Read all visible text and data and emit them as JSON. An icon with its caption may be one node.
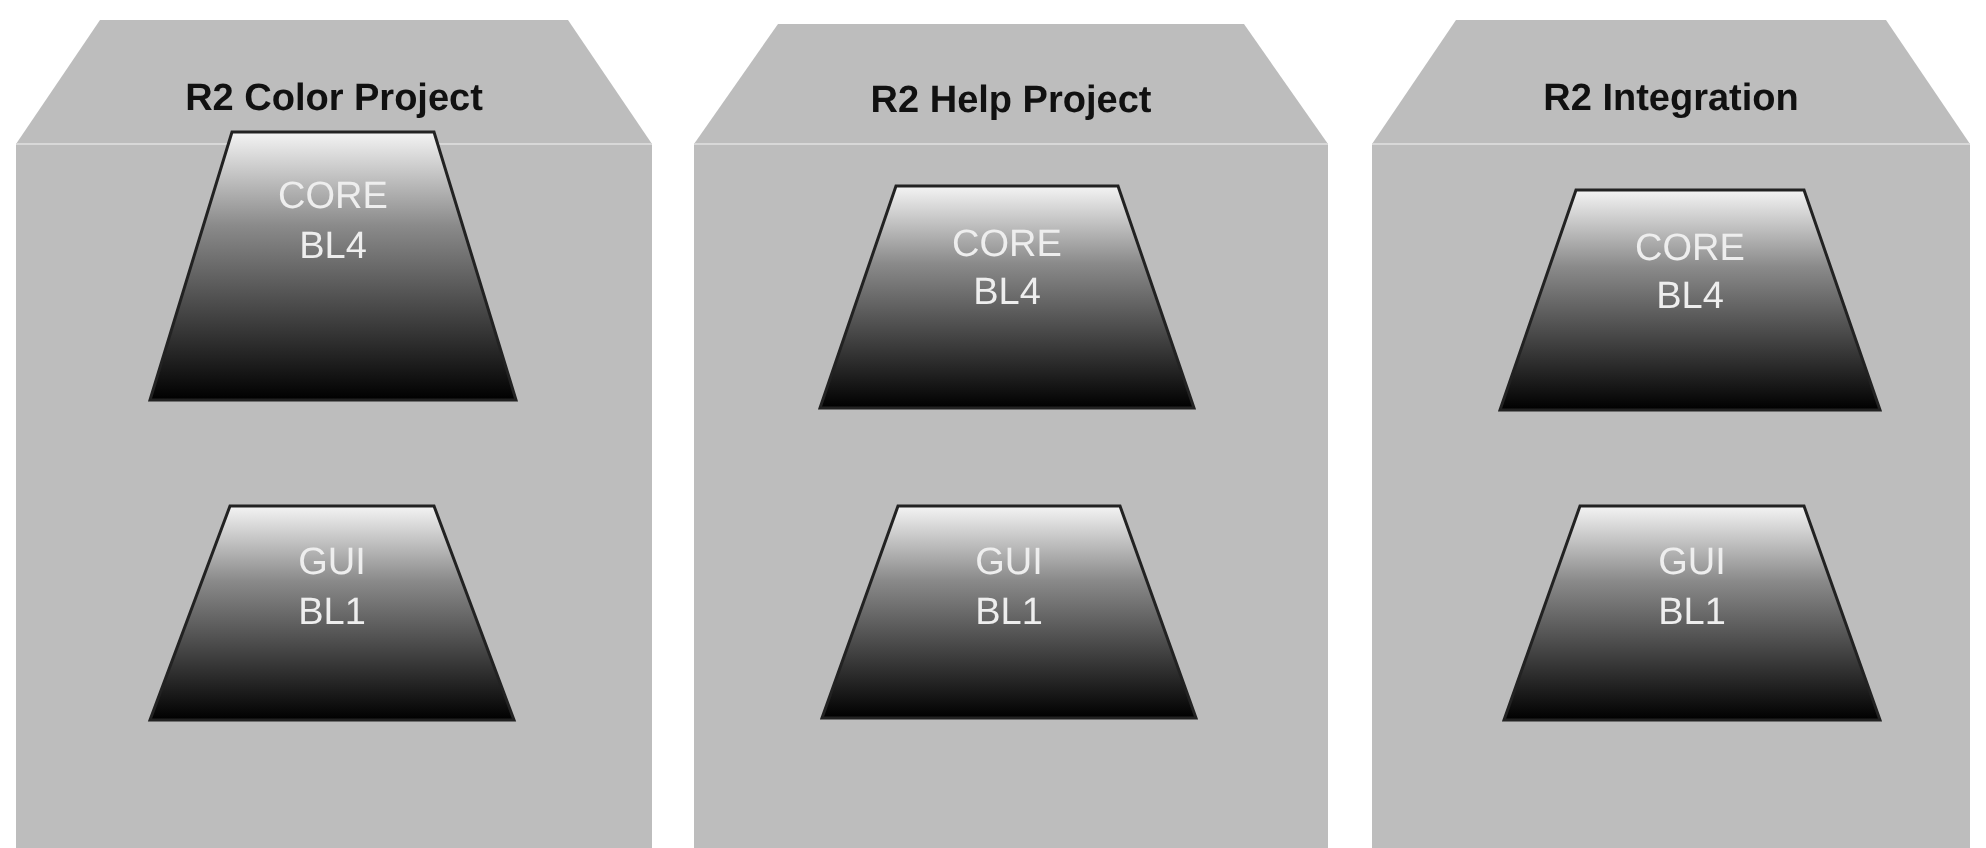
{
  "diagram": {
    "nodes": [
      {
        "text": [
          "R2 Color Project"
        ]
      },
      {
        "text": [
          "CORE BL4"
        ],
        "in": 0
      },
      {
        "text": [
          "GUI BL1"
        ],
        "in": 0
      },
      {
        "text": [
          "R2 Help Project"
        ]
      },
      {
        "text": [
          "CORE BL4"
        ],
        "in": 3
      },
      {
        "text": [
          "GUI BL1"
        ],
        "in": 3
      },
      {
        "text": [
          "R2 Integration"
        ]
      },
      {
        "text": [
          "CORE BL4"
        ],
        "in": 6
      },
      {
        "text": [
          "GUI BL1"
        ],
        "in": 6
      }
    ]
  }
}
